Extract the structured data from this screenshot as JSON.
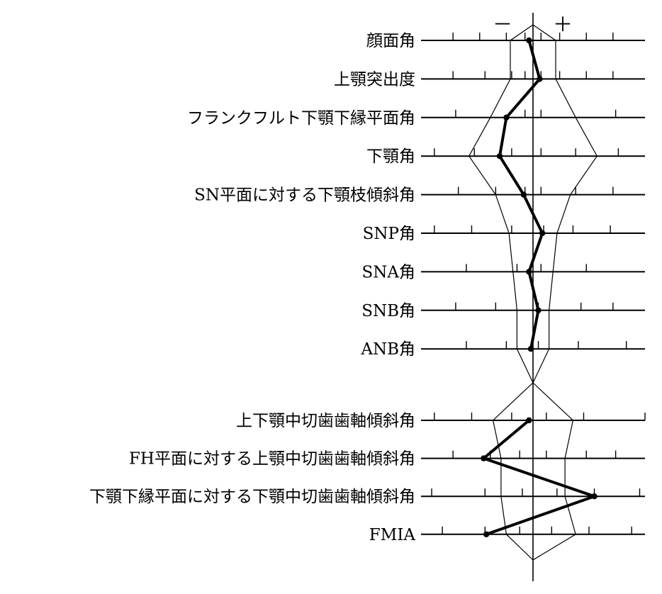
{
  "chart_data": {
    "type": "line",
    "title": "",
    "xlabel": "",
    "ylabel": "",
    "signs": {
      "minus": "－",
      "plus": "＋"
    },
    "xlim": [
      -4.2,
      4.2
    ],
    "grid": false,
    "groups": [
      {
        "rows": [
          {
            "label": "顔面角",
            "ticks": [
              -3,
              -2,
              -1,
              -0.3,
              0.3,
              1,
              2,
              3
            ],
            "norm_min": -0.85,
            "norm_max": 0.85,
            "patient": -0.15
          },
          {
            "label": "上顎突出度",
            "ticks": [
              -3,
              -1.8,
              -0.8,
              -0.3,
              0.3,
              1,
              2,
              3
            ],
            "norm_min": -0.85,
            "norm_max": 0.85,
            "patient": 0.25
          },
          {
            "label": "フランクフルト下顎下縁平面角",
            "ticks": [
              -2.9,
              -0.3,
              0.3,
              3.1
            ],
            "norm_min": -1.6,
            "norm_max": 1.6,
            "patient": -1.0
          },
          {
            "label": "下顎角",
            "ticks": [
              -3.7,
              -2.2,
              -0.8,
              0.3,
              1.6,
              3.2
            ],
            "norm_min": -2.4,
            "norm_max": 2.4,
            "patient": -1.25
          },
          {
            "label": "SN平面に対する下顎枝傾斜角",
            "ticks": [
              -2.8,
              -1.4,
              -0.3,
              0.3,
              1.6,
              3.0
            ],
            "norm_min": -1.4,
            "norm_max": 1.4,
            "patient": -0.35
          },
          {
            "label": "SNP角",
            "ticks": [
              -3.7,
              -2.3,
              -0.8,
              0.4,
              1.5,
              2.9
            ],
            "norm_min": -0.9,
            "norm_max": 0.9,
            "patient": 0.35
          },
          {
            "label": "SNA角",
            "ticks": [
              -2.5,
              -0.6,
              0.3,
              2.0
            ],
            "norm_min": -0.75,
            "norm_max": 0.75,
            "patient": -0.15
          },
          {
            "label": "SNB角",
            "ticks": [
              -2.9,
              -1.4,
              0.2,
              1.8,
              3.0
            ],
            "norm_min": -0.6,
            "norm_max": 0.6,
            "patient": 0.2
          },
          {
            "label": "ANB角",
            "ticks": [
              -2.5,
              -1.0,
              0.2,
              1.7,
              3.5
            ],
            "norm_min": -0.6,
            "norm_max": 0.6,
            "patient": -0.08
          }
        ]
      },
      {
        "rows": [
          {
            "label": "上下顎中切歯歯軸傾斜角",
            "ticks": [
              -3.7,
              -2.3,
              -0.8,
              0.5,
              1.9,
              4.2
            ],
            "norm_min": -1.5,
            "norm_max": 1.5,
            "patient": -0.15
          },
          {
            "label": "FH平面に対する上顎中切歯歯軸傾斜角",
            "ticks": [
              -3.0,
              -1.6,
              -0.5,
              0.5,
              2.0,
              3.1
            ],
            "norm_min": -1.2,
            "norm_max": 1.2,
            "patient": -1.85
          },
          {
            "label": "下顎下縁平面に対する下顎中切歯歯軸傾斜角",
            "ticks": [
              -3.8,
              -1.8,
              -0.4,
              0.9,
              2.3,
              4.0
            ],
            "norm_min": -1.2,
            "norm_max": 1.2,
            "patient": 2.3
          },
          {
            "label": "FMIA",
            "ticks": [
              -3.4,
              -1.8,
              -0.5,
              0.7,
              2.1,
              3.7
            ],
            "norm_min": -1.0,
            "norm_max": 1.6,
            "patient": -1.75
          }
        ]
      }
    ]
  }
}
